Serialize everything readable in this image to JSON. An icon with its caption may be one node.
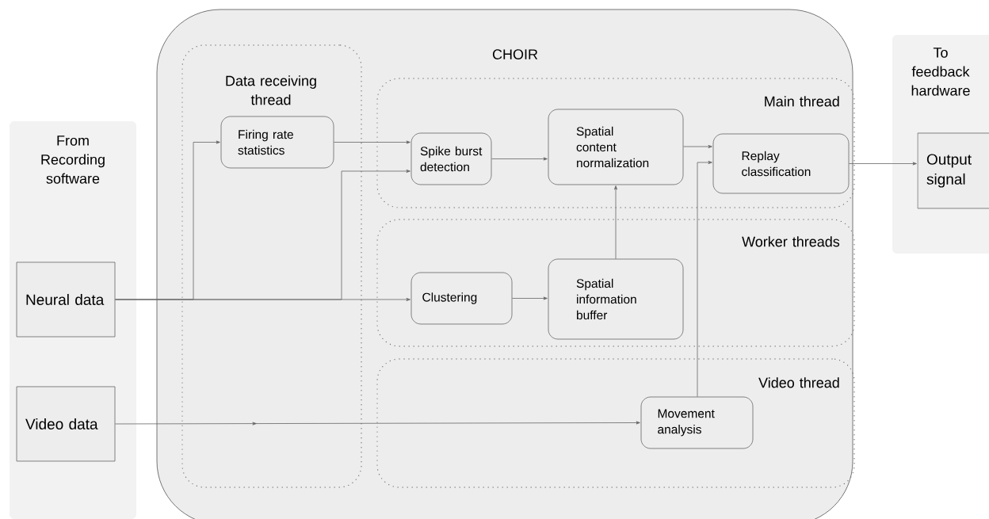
{
  "diagram": {
    "nodes": [
      {
        "text": [
          "From Recording software"
        ]
      },
      {
        "text": [
          "Neural data"
        ],
        "in": 0
      },
      {
        "text": [
          "Video data"
        ],
        "in": 0
      },
      {
        "text": [
          "CHOIR"
        ]
      },
      {
        "text": [
          "Data receiving thread"
        ],
        "in": 3
      },
      {
        "text": [
          "Firing rate statistics"
        ],
        "in": 4
      },
      {
        "text": [
          "Main thread"
        ],
        "in": 3
      },
      {
        "text": [
          "Spike burst detection"
        ],
        "in": 6
      },
      {
        "text": [
          "Spatial content normalization"
        ],
        "in": 6
      },
      {
        "text": [
          "Replay classification"
        ],
        "in": 6
      },
      {
        "text": [
          "Worker threads"
        ],
        "in": 3
      },
      {
        "text": [
          "Clustering"
        ],
        "in": 10
      },
      {
        "text": [
          "Spatial information buffer"
        ],
        "in": 10
      },
      {
        "text": [
          "Video thread"
        ],
        "in": 3
      },
      {
        "text": [
          "Movement analysis"
        ],
        "in": 13
      },
      {
        "text": [
          "To feedback hardware"
        ]
      },
      {
        "text": [
          "Output signal"
        ],
        "in": 15
      }
    ],
    "edges": [
      {
        "from": 1,
        "to": 5,
        "arrow": "to"
      },
      {
        "from": 1,
        "to": 7,
        "arrow": "to"
      },
      {
        "from": 1,
        "to": 11,
        "arrow": "to"
      },
      {
        "from": 5,
        "to": 7,
        "arrow": "to"
      },
      {
        "from": 7,
        "to": 8,
        "arrow": "to"
      },
      {
        "from": 8,
        "to": 9,
        "arrow": "to"
      },
      {
        "from": 11,
        "to": 12,
        "arrow": "to"
      },
      {
        "from": 12,
        "to": 8,
        "arrow": "to"
      },
      {
        "from": 2,
        "to": 14,
        "arrow": "to"
      },
      {
        "from": 14,
        "to": 9,
        "arrow": "to"
      },
      {
        "from": 9,
        "to": 16,
        "arrow": "to"
      }
    ]
  }
}
